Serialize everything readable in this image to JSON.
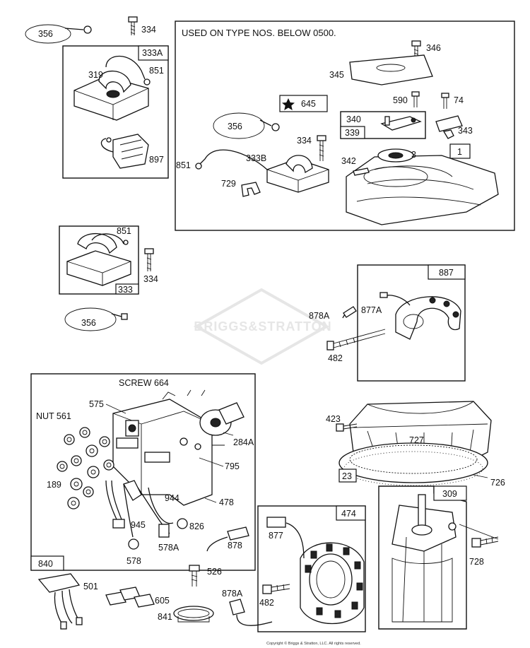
{
  "header_note": "USED ON TYPE NOS. BELOW 0500.",
  "watermark": "BRIGGS&STRATTON",
  "copyright": "Copyright © Briggs & Stratton, LLC. All rights reserved.",
  "boxes": {
    "b333A": "333A",
    "b1": "1",
    "b339": "339",
    "b333": "333",
    "b887": "887",
    "b840": "840",
    "b23": "23",
    "b309": "309",
    "b474": "474"
  },
  "labels": {
    "p356a": "356",
    "p334a": "334",
    "p319": "319",
    "p851a": "851",
    "p897": "897",
    "p346": "346",
    "p345": "345",
    "p645": "645",
    "p590": "590",
    "p74": "74",
    "p340": "340",
    "p343": "343",
    "p356b": "356",
    "p334b": "334",
    "p3": "3",
    "p342": "342",
    "p851b": "851",
    "p333B": "333B",
    "p729": "729",
    "p851c": "851",
    "p334c": "334",
    "p356c": "356",
    "p878Aa": "878A",
    "p877A": "877A",
    "p482a": "482",
    "pScrew": "SCREW 664",
    "p575": "575",
    "pNut": "NUT 561",
    "p284A": "284A",
    "p795": "795",
    "p189": "189",
    "p944": "944",
    "p478": "478",
    "p945": "945",
    "p826": "826",
    "p578A": "578A",
    "p578": "578",
    "p423": "423",
    "p727": "727",
    "p726": "726",
    "p728": "728",
    "p877": "877",
    "p878": "878",
    "p526": "526",
    "p501": "501",
    "p605": "605",
    "p878Ab": "878A",
    "p482b": "482",
    "p841": "841"
  }
}
